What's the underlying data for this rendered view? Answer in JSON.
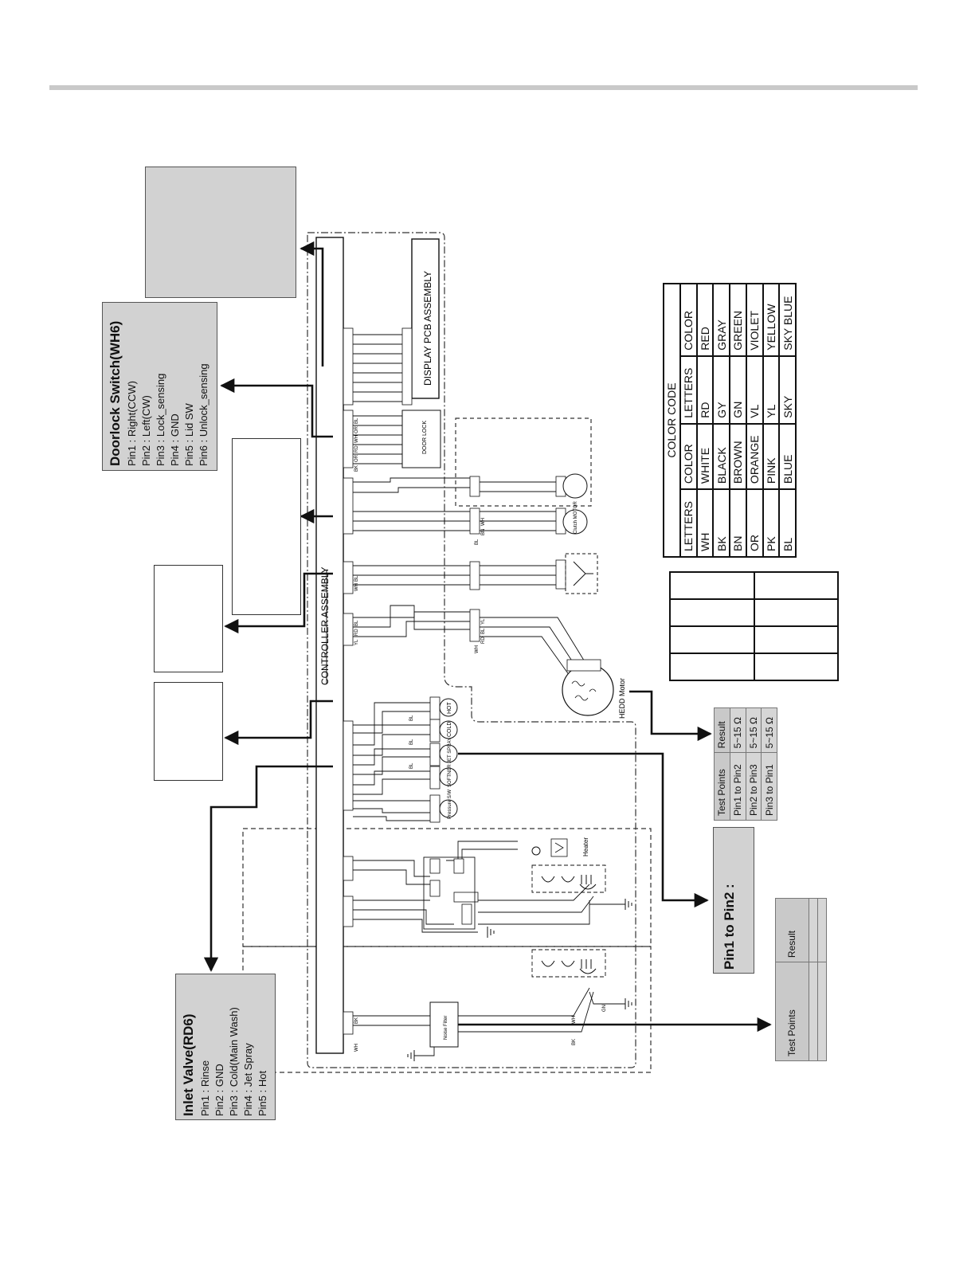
{
  "doorlock": {
    "title": "Doorlock Switch(WH6)",
    "pins": [
      "Pin1 : Right(CCW)",
      "Pin2 : Left(CW)",
      "Pin3 : Lock_sensing",
      "Pin4 : GND",
      "Pin5 : Lid SW",
      "Pin6 : Unlock_sensing"
    ]
  },
  "inlet_valve": {
    "title": "Inlet Valve(RD6)",
    "pins": [
      "Pin1 : Rinse",
      "Pin2 : GND",
      "Pin3 : Cold(Main Wash)",
      "Pin4 : Jet Spray",
      "Pin5 : Hot"
    ]
  },
  "assemblies": {
    "display": "DISPLAY PCB ASSEMBLY",
    "controller": "CONTROLLER ASSEMBLY",
    "door_lock": "DOOR LOCK",
    "hedd_motor": "HEDD Motor",
    "clutch_motor": "Clutch MOTOR",
    "heater": "Heater",
    "noise_filter": "Noise Filter",
    "pressure_sw": "Pressure S/W"
  },
  "valves": [
    "HOT",
    "COLD",
    "JET SPRAY",
    "SOFTNER"
  ],
  "wire_labels": {
    "door_lock_pins": [
      "BK",
      "OR",
      "RD",
      "WH",
      "OR",
      "BL"
    ],
    "clutch": [
      "BL",
      "BN",
      "WH"
    ],
    "sensor": [
      "WH",
      "BL"
    ],
    "motor": [
      "YL",
      "RD",
      "BL"
    ],
    "motor_side": [
      "WH",
      "RD",
      "BL",
      "YL"
    ],
    "power": [
      "WH",
      "BK"
    ],
    "valve": "BL",
    "ground": "GN"
  },
  "color_code": {
    "title": "COLOR CODE",
    "headers": [
      "LETTERS",
      "COLOR",
      "LETTERS",
      "COLOR"
    ],
    "rows": [
      [
        "WH",
        "WHITE",
        "RD",
        "RED"
      ],
      [
        "BK",
        "BLACK",
        "GY",
        "GRAY"
      ],
      [
        "BN",
        "BROWN",
        "GN",
        "GREEN"
      ],
      [
        "OR",
        "ORANGE",
        "VL",
        "VIOLET"
      ],
      [
        "PK",
        "PINK",
        "YL",
        "YELLOW"
      ],
      [
        "BL",
        "BLUE",
        "SKY",
        "SKY BLUE"
      ]
    ]
  },
  "motor_test": {
    "headers": [
      "Test Points",
      "Result"
    ],
    "rows": [
      [
        "Pin1 to Pin2",
        "5~15 Ω"
      ],
      [
        "Pin2 to Pin3",
        "5~15 Ω"
      ],
      [
        "Pin3 to Pin1",
        "5~15 Ω"
      ]
    ]
  },
  "valve_test": {
    "label": "Pin1 to Pin2 :"
  },
  "power_test": {
    "headers": [
      "Test Points",
      "Result"
    ]
  },
  "colors": {
    "panel_gray": "#d2d2d2",
    "rule_gray": "#c9c9c9",
    "line": "#111111"
  }
}
